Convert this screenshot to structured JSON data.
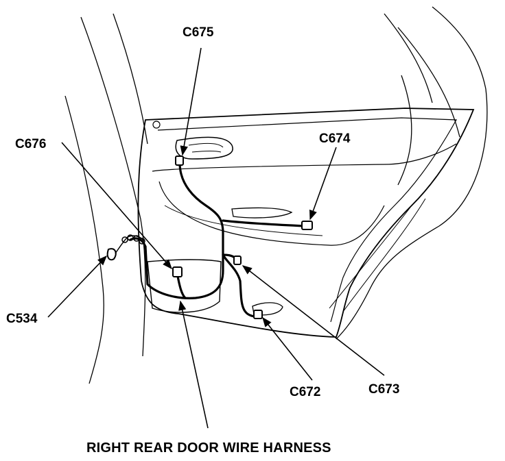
{
  "diagram": {
    "caption": "RIGHT REAR DOOR WIRE HARNESS",
    "connectors": {
      "c675": "C675",
      "c674": "C674",
      "c676": "C676",
      "c534": "C534",
      "c672": "C672",
      "c673": "C673"
    }
  }
}
